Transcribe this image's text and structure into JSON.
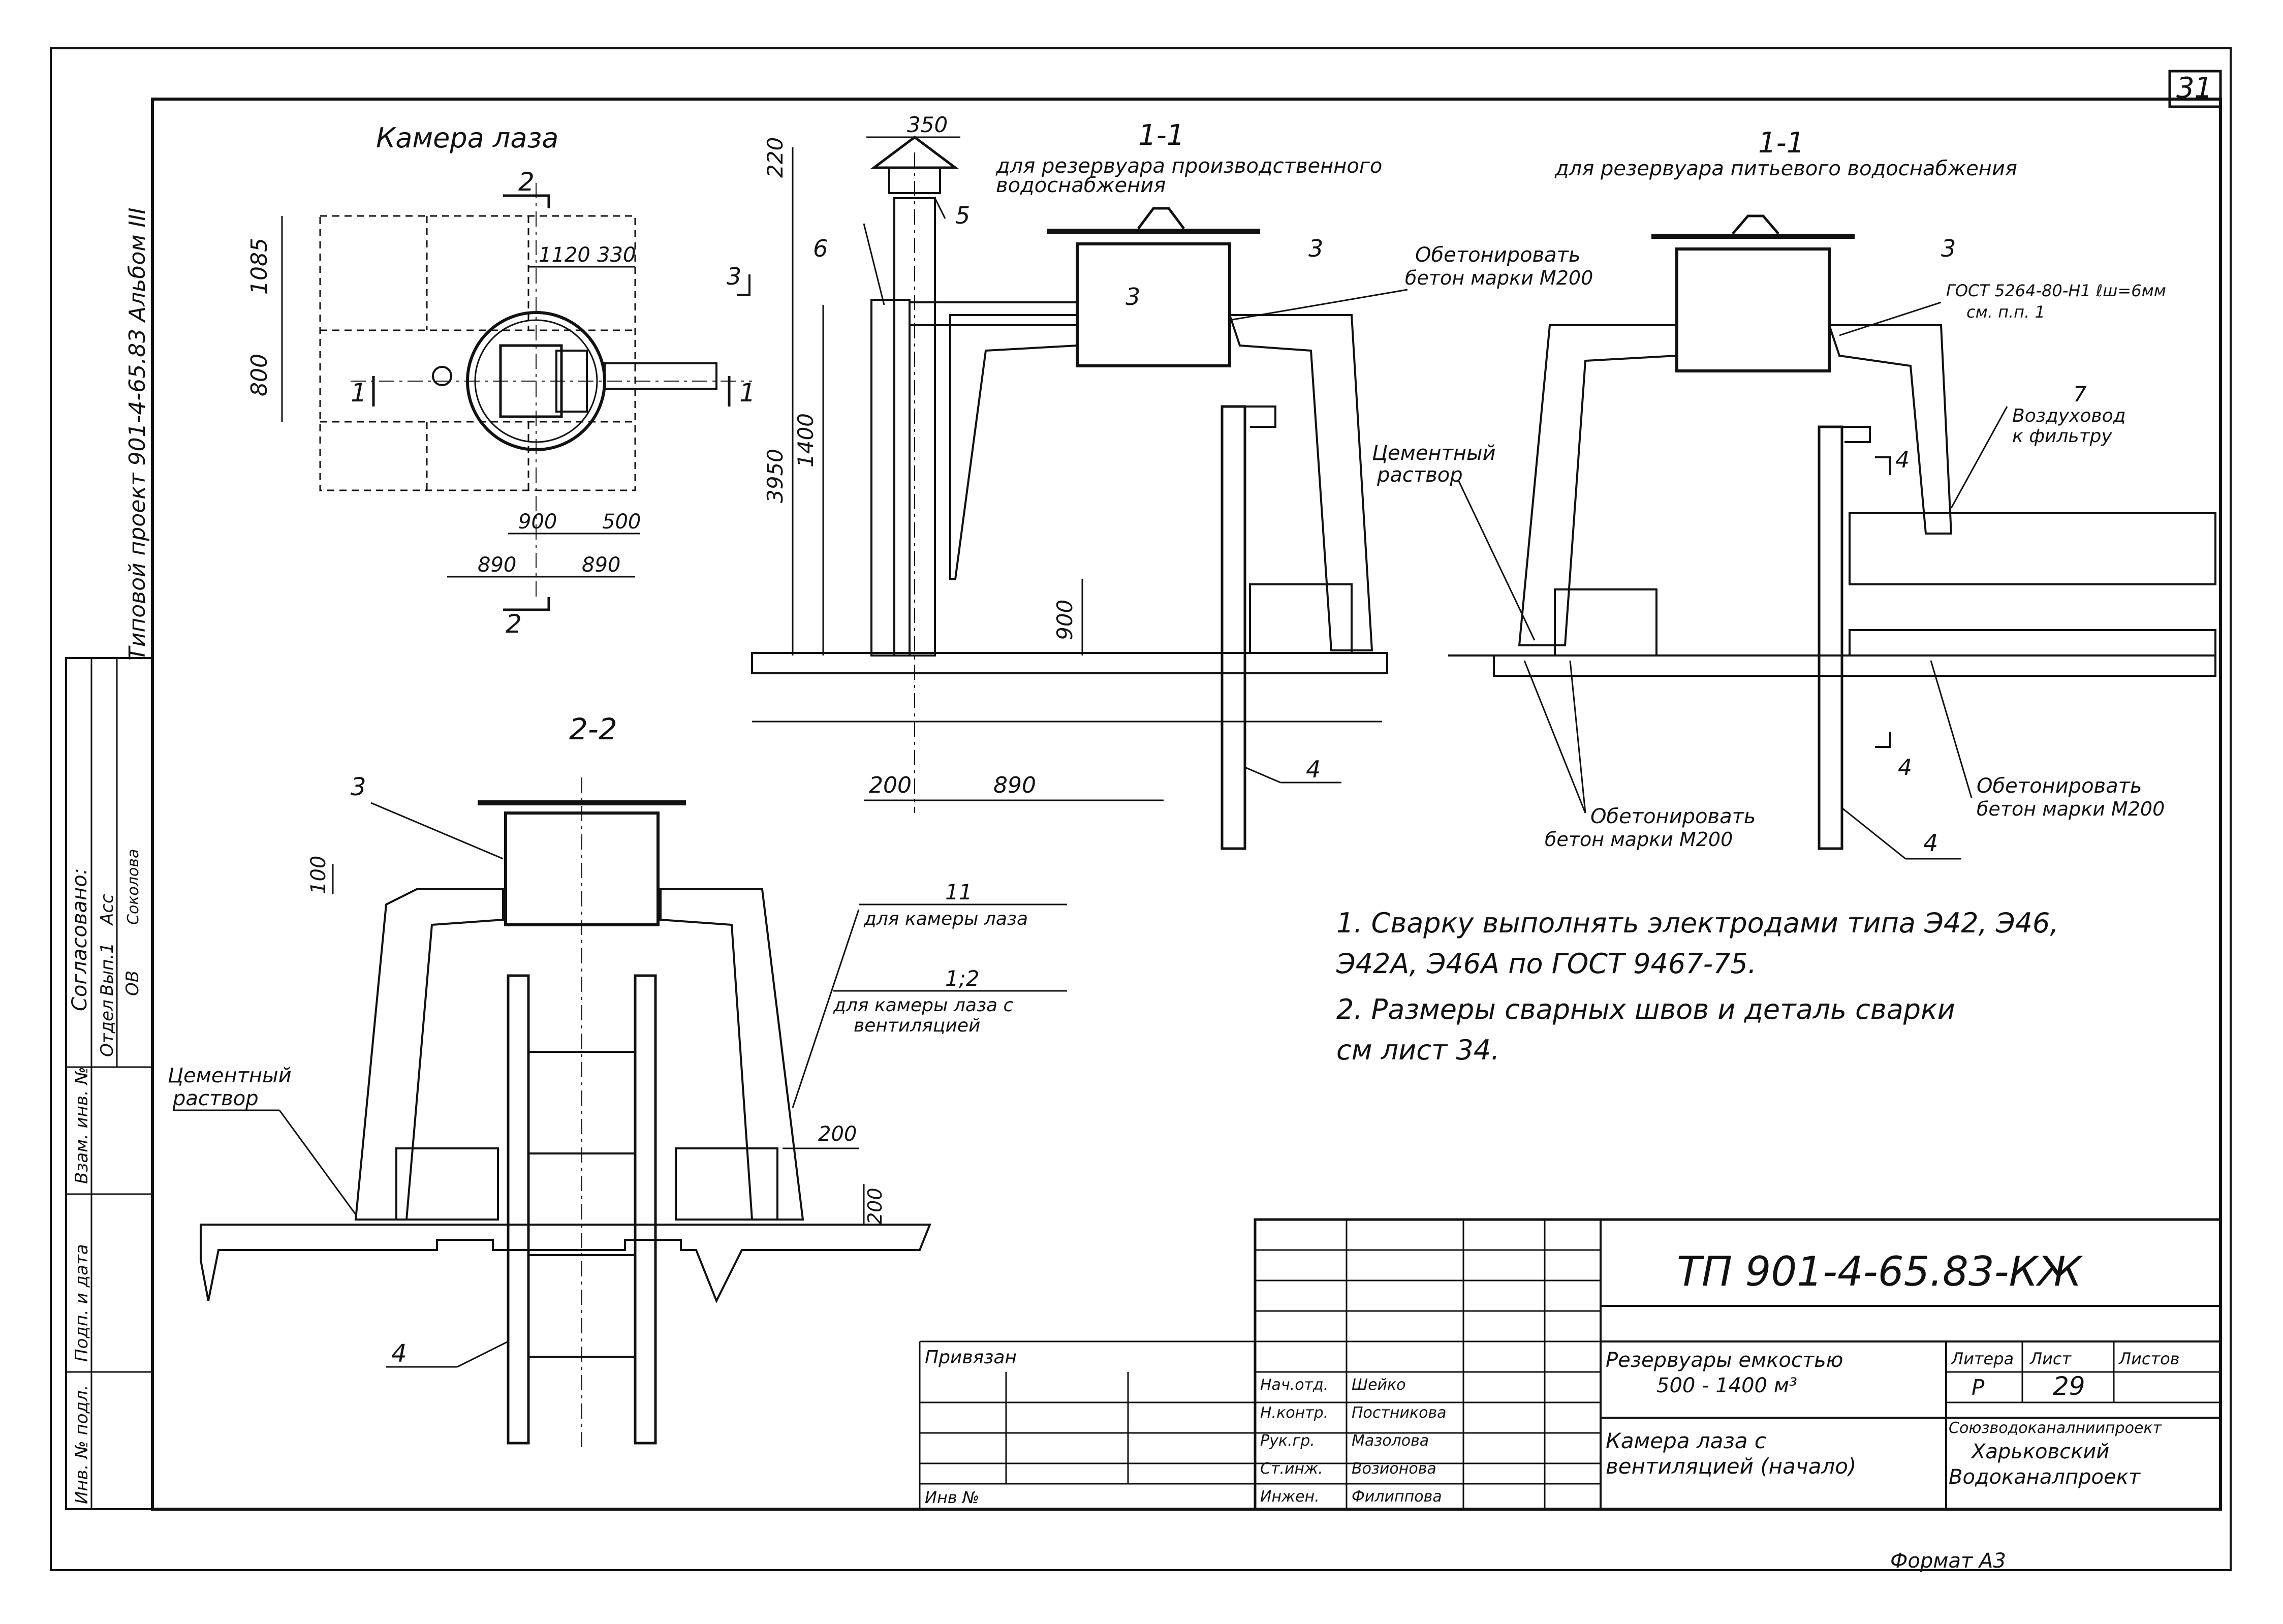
{
  "sheet": {
    "sheet_no": "31",
    "format": "Формат А3",
    "side_album": "Типовой проект 901-4-65.83 Альбом III"
  },
  "views": {
    "plan_title": "Камера лаза",
    "section_11_a": "1-1",
    "section_11_a_caption1": "для резервуара производственного",
    "section_11_a_caption2": "водоснабжения",
    "section_11_b": "1-1",
    "section_11_b_caption": "для резервуара питьевого водоснабжения",
    "section_22": "2-2"
  },
  "dims": {
    "plan_1085": "1085",
    "plan_800": "800",
    "plan_1120": "1120",
    "plan_330": "330",
    "plan_900": "900",
    "plan_500": "500",
    "plan_890a": "890",
    "plan_890b": "890",
    "s11_350": "350",
    "s11_220": "220",
    "s11_3950": "3950",
    "s11_1400": "1400",
    "s11_900": "900",
    "s11_200": "200",
    "s11_890": "890",
    "s22_100": "100",
    "s22_200a": "200",
    "s22_200b": "200"
  },
  "marks": {
    "cut2": "2",
    "cut1": "1",
    "cut3": "3",
    "cut4": "4",
    "m3": "3",
    "m4": "4",
    "m5": "5",
    "m6": "6",
    "m7": "7",
    "m11": "11",
    "m12": "1;2"
  },
  "callouts": {
    "concrete_a1": "Обетонировать",
    "concrete_a2": "бетон марки М200",
    "gost": "ГОСТ 5264-80-Н1 ℓш=6мм",
    "see_pk": "см. п.п. 1",
    "duct1": "Воздуховод",
    "duct2": "к фильтру",
    "cement1": "Цементный",
    "cement2": "раствор",
    "concrete_b1": "Обетонировать",
    "concrete_b2": "бетон марки М200",
    "concrete_c1": "Обетонировать",
    "concrete_c2": "бетон марки М200",
    "for_chamber": "для камеры лаза",
    "for_chamber_vent1": "для камеры лаза с",
    "for_chamber_vent2": "вентиляцией",
    "cement_22a": "Цементный",
    "cement_22b": "раствор"
  },
  "notes": {
    "n1a": "1. Сварку выполнять электродами типа Э42, Э46,",
    "n1b": "Э42А, Э46А по ГОСТ 9467-75.",
    "n2a": "2. Размеры сварных швов и деталь сварки",
    "n2b": "см лист 34."
  },
  "side_stamp": {
    "agreed": "Согласовано:",
    "dept": "Отдел",
    "ex": "Вып.1",
    "ov": "ОВ",
    "acc": "Асс",
    "sokol": "Соколова",
    "inv_orig": "Инв. № подл.",
    "sign_date": "Подп. и дата",
    "instead_inv": "Взам. инв. №"
  },
  "title_block": {
    "code": "ТП 901-4-65.83-КЖ",
    "privyazan": "Привязан",
    "inv_no": "Инв №",
    "object1": "Резервуары емкостью",
    "object2": "500 - 1400 м³",
    "sheet_name1": "Камера лаза с",
    "sheet_name2": "вентиляцией (начало)",
    "stage_h": "Литера",
    "sheet_h": "Лист",
    "sheets_h": "Листов",
    "stage": "Р",
    "sheet": "29",
    "org1": "Союзводоканалниипроект",
    "org2": "Харьковский",
    "org3": "Водоканалпроект",
    "roles": [
      {
        "role": "Нач.отд.",
        "name": "Шейко"
      },
      {
        "role": "Н.контр.",
        "name": "Постникова"
      },
      {
        "role": "Рук.гр.",
        "name": "Мазолова"
      },
      {
        "role": "Ст.инж.",
        "name": "Возионова"
      },
      {
        "role": "Инжен.",
        "name": "Филиппова"
      }
    ]
  }
}
